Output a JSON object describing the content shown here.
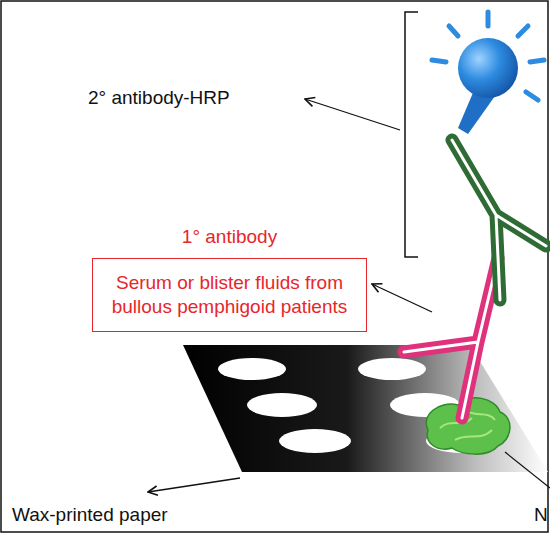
{
  "diagram": {
    "nodes": [
      {
        "text": [
          "1° antibody",
          "Serum or blister fluids from bullous pemphigoid patients"
        ]
      }
    ],
    "labels": [
      "2° antibody-HRP",
      "Wax-printed paper",
      "N"
    ]
  }
}
